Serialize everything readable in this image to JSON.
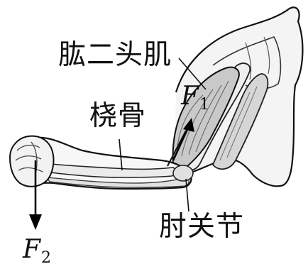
{
  "diagram": {
    "labels": {
      "biceps": "肱二头肌",
      "radius": "桡骨",
      "elbow_joint": "肘关节"
    },
    "forces": {
      "f1": {
        "symbol": "F",
        "subscript": "1"
      },
      "f2": {
        "symbol": "F",
        "subscript": "2"
      }
    },
    "colors": {
      "ink": "#111111",
      "bone": "#f2f2f2",
      "muscle": "#c8c8c8",
      "background": "#ffffff"
    }
  }
}
